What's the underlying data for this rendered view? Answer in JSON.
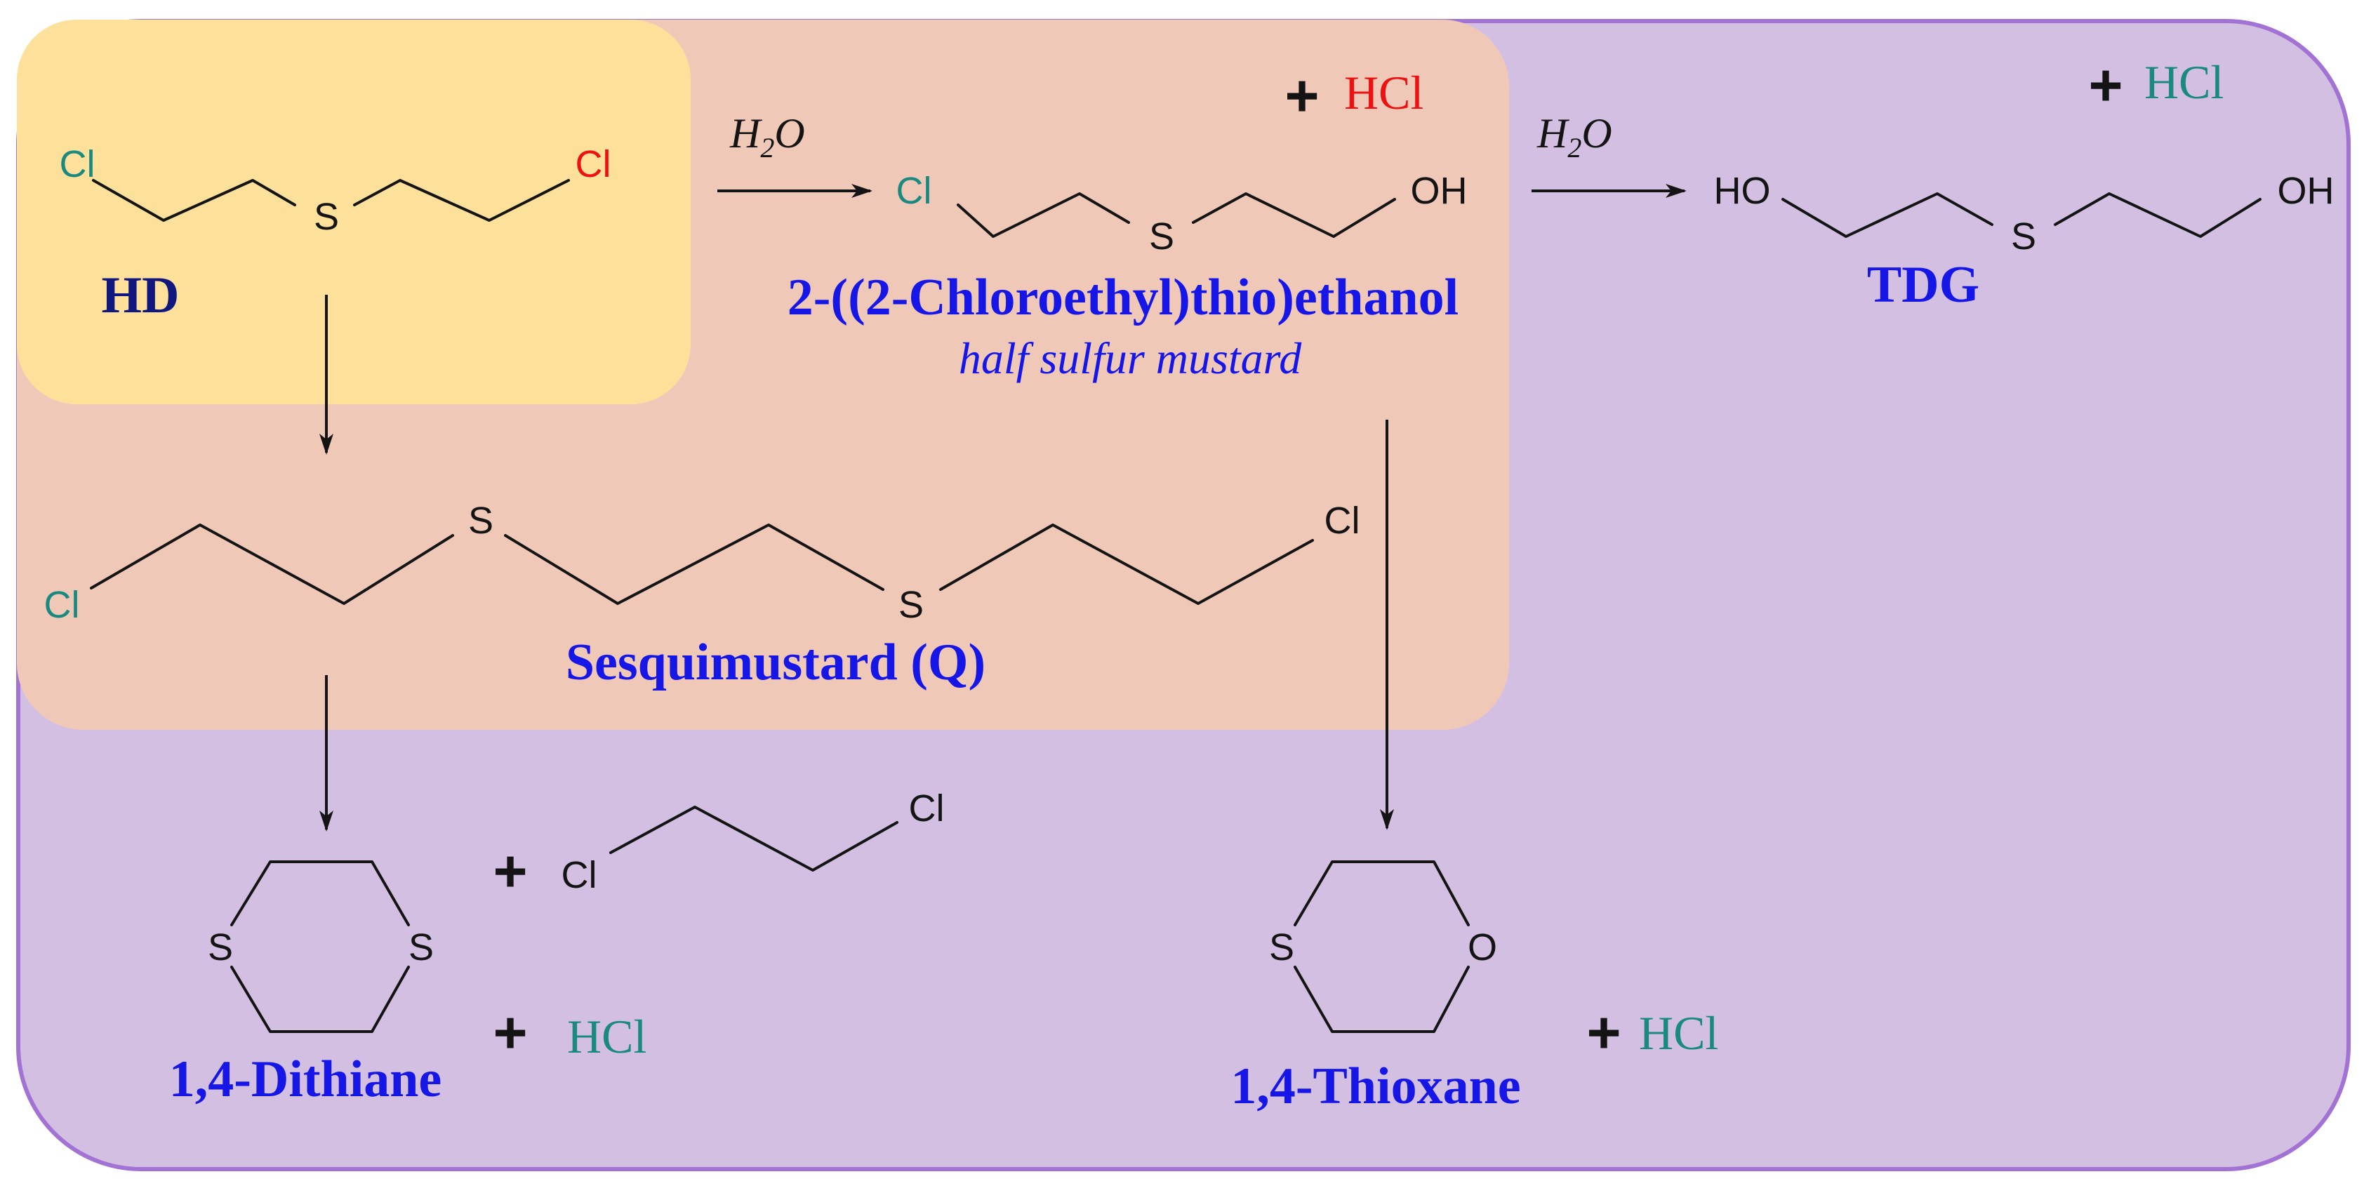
{
  "colors": {
    "purple_panel": "#d3bfe1",
    "purple_border": "#a272d4",
    "peach_panel": "#f0c8b8",
    "yellow_panel": "#fde19b",
    "name_blue": "#1616e6",
    "hd_navy": "#10177e",
    "cl_teal": "#1a8a80",
    "cl_red": "#ee1111",
    "atom_black": "#141414"
  },
  "atoms": {
    "cl": "Cl",
    "s": "S",
    "o": "O",
    "oh": "OH",
    "ho": "HO"
  },
  "reagents": {
    "water_h": "H",
    "water_sub": "2",
    "water_o": "O",
    "plus": "+",
    "hcl": "HCl"
  },
  "compounds": {
    "hd": "HD",
    "half_mustard": "2-((2-Chloroethyl)thio)ethanol",
    "half_mustard_subtitle": "half sulfur mustard",
    "tdg": "TDG",
    "sesquimustard": "Sesquimustard (Q)",
    "dithiane": "1,4-Dithiane",
    "thioxane": "1,4-Thioxane"
  }
}
